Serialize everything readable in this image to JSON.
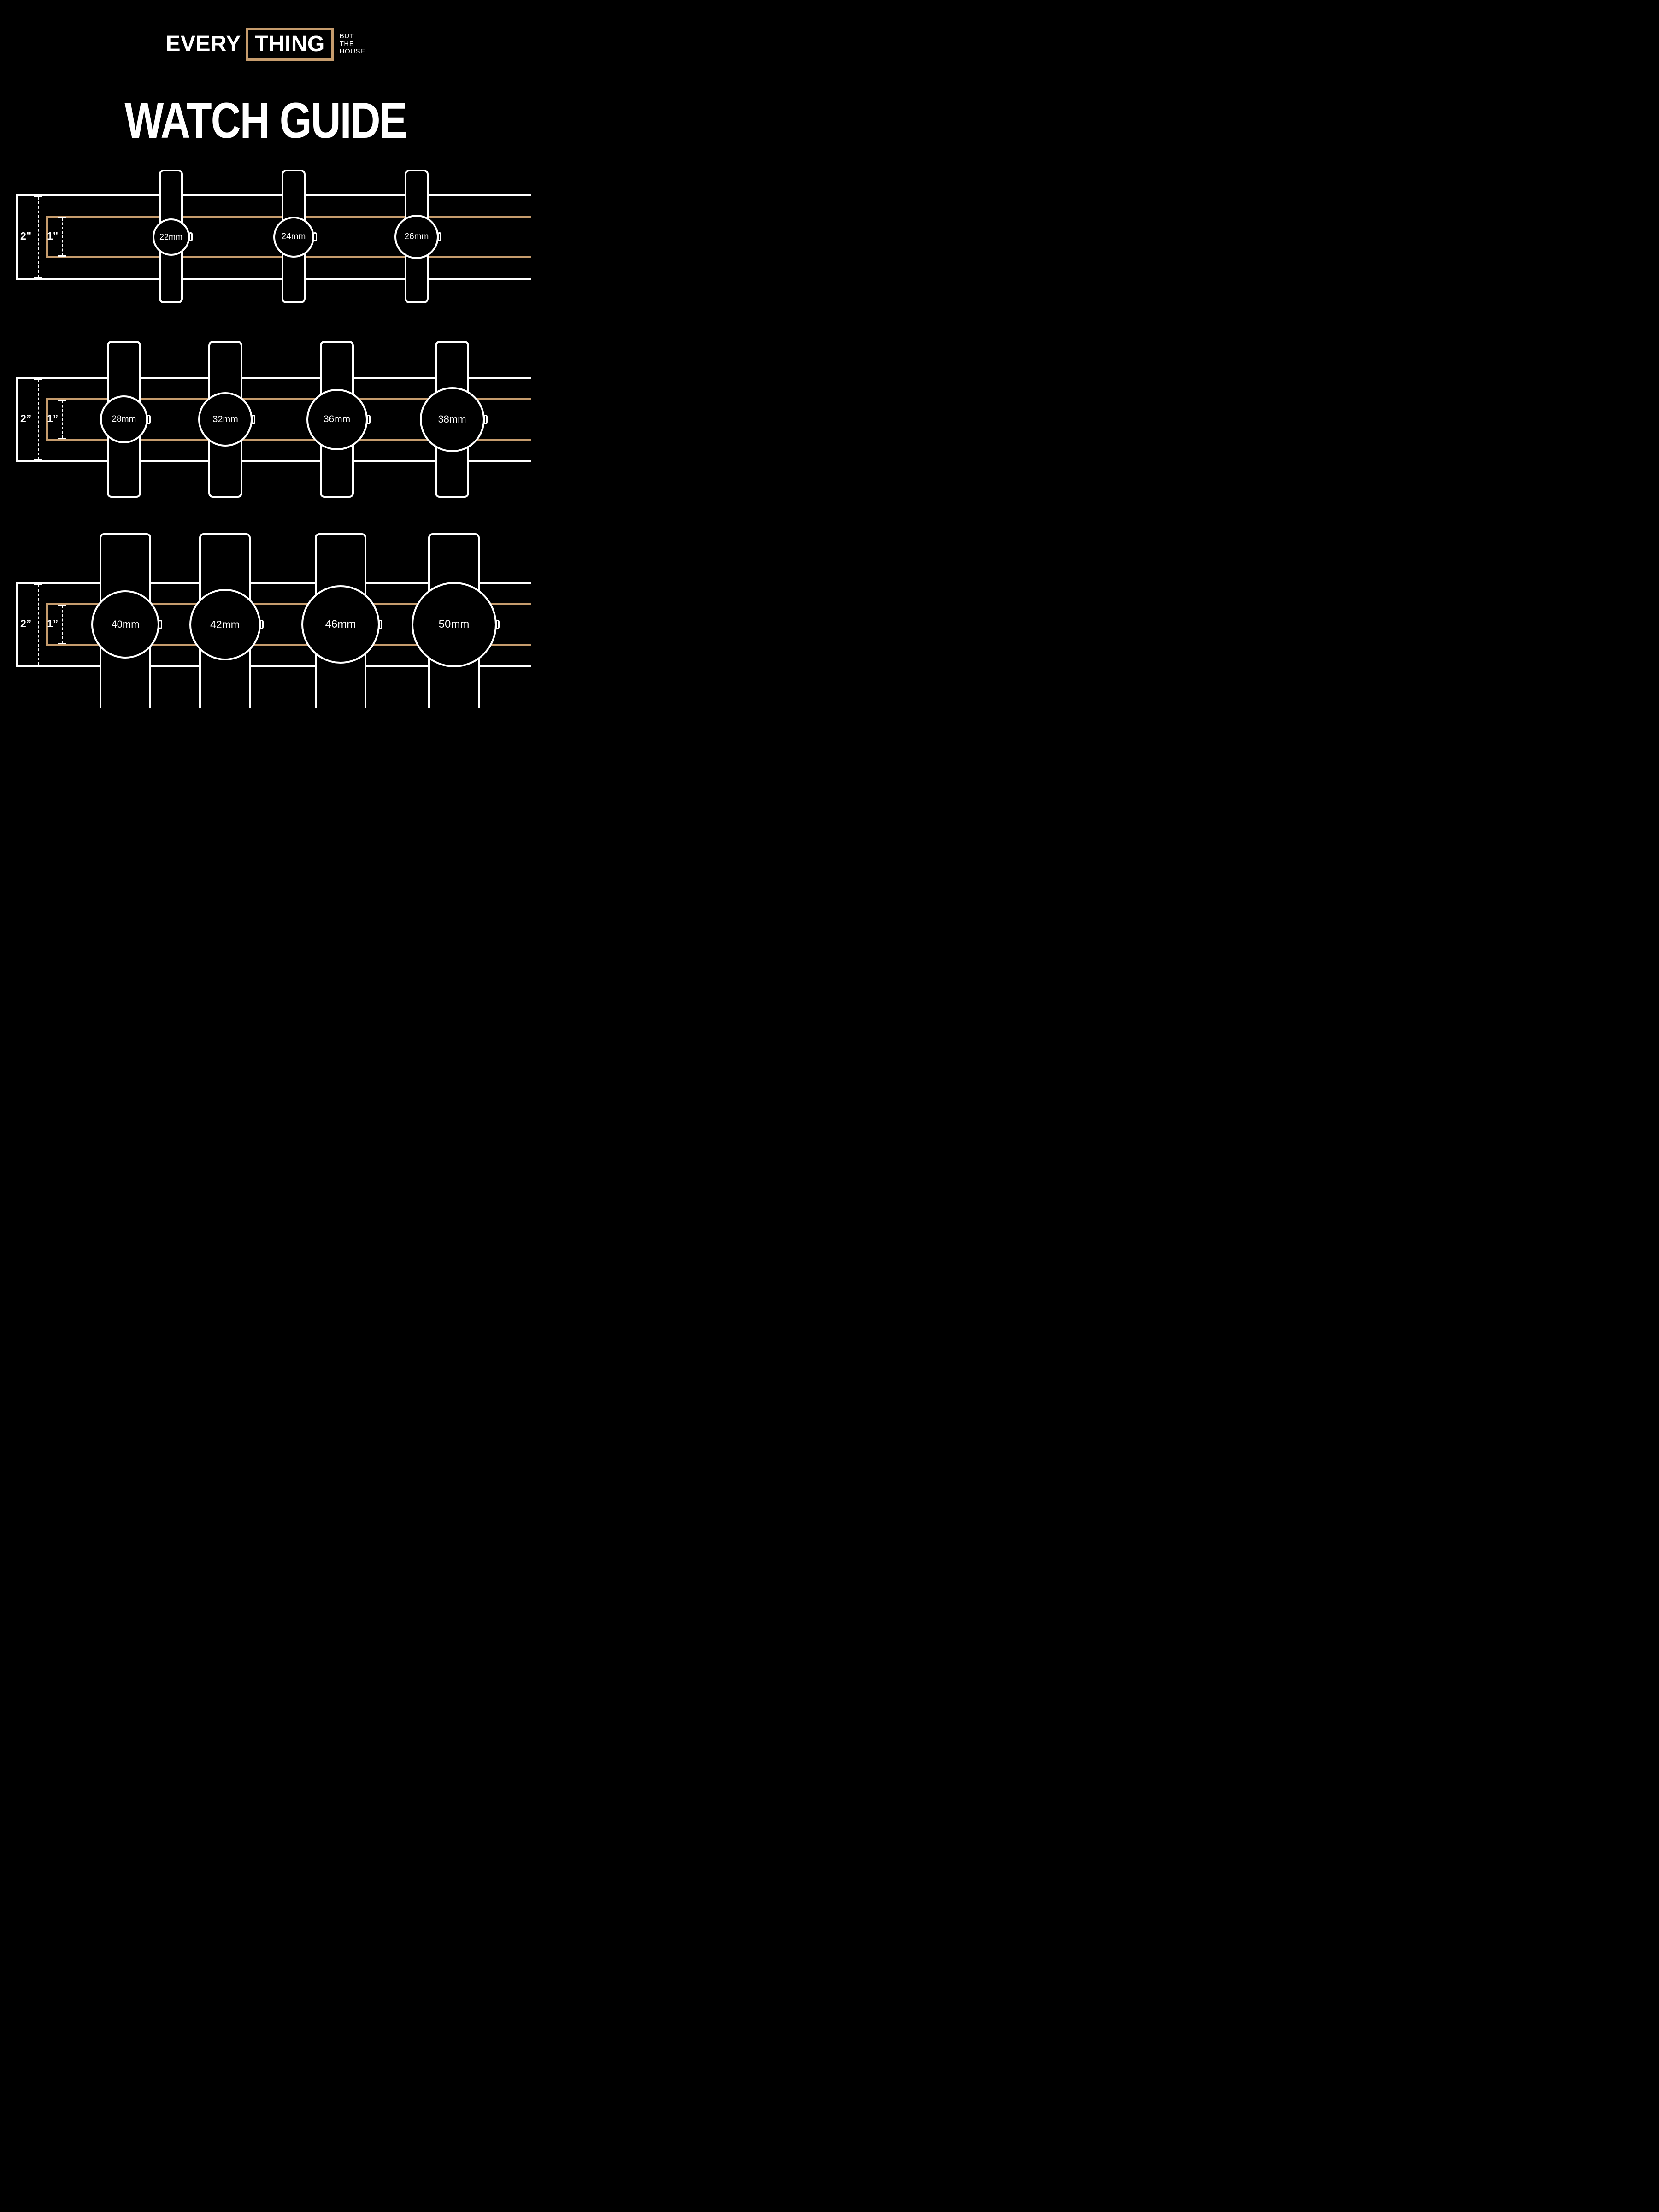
{
  "colors": {
    "background": "#000000",
    "gold": "#C69C6D",
    "white": "#FFFFFF"
  },
  "logo": {
    "word1": "EVERY",
    "word2": "THING",
    "tagline_line1": "BUT",
    "tagline_line2": "THE",
    "tagline_line3": "HOUSE"
  },
  "title": "WATCH GUIDE",
  "rows": [
    {
      "outer_label": "2”",
      "inner_label": "1”",
      "watches": [
        {
          "mm": 22,
          "label": "22mm"
        },
        {
          "mm": 24,
          "label": "24mm"
        },
        {
          "mm": 26,
          "label": "26mm"
        }
      ]
    },
    {
      "outer_label": "2”",
      "inner_label": "1”",
      "watches": [
        {
          "mm": 28,
          "label": "28mm"
        },
        {
          "mm": 32,
          "label": "32mm"
        },
        {
          "mm": 36,
          "label": "36mm"
        },
        {
          "mm": 38,
          "label": "38mm"
        }
      ]
    },
    {
      "outer_label": "2”",
      "inner_label": "1”",
      "watches": [
        {
          "mm": 40,
          "label": "40mm"
        },
        {
          "mm": 42,
          "label": "42mm"
        },
        {
          "mm": 46,
          "label": "46mm"
        },
        {
          "mm": 50,
          "label": "50mm"
        }
      ]
    }
  ]
}
